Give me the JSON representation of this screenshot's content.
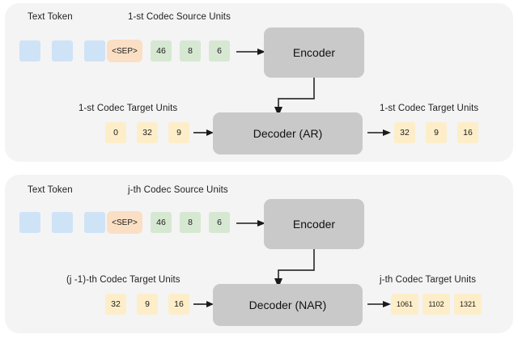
{
  "figure": {
    "title": "Two-stage codec encoder-decoder diagram",
    "background_color": "#ffffff",
    "panel_color": "#f4f4f4",
    "block_color": "#c9c9c9",
    "colors": {
      "text_token": "#cfe3f7",
      "separator_token": "#fbdfc4",
      "source_unit_token": "#d6e8d2",
      "target_unit_token": "#fdeec9",
      "arrow": "#1a1a1a",
      "label_text": "#222222"
    }
  },
  "panels": [
    {
      "id": "ar",
      "labels": {
        "text_token": "Text Token",
        "source_units": "1-st Codec Source Units",
        "target_units_in": "1-st Codec Target Units",
        "target_units_out": "1-st Codec Target Units"
      },
      "text_tokens": [
        "",
        "",
        ""
      ],
      "separator": "<SEP>",
      "source_units": [
        "46",
        "8",
        "6"
      ],
      "encoder_label": "Encoder",
      "decoder_label": "Decoder (AR)",
      "target_units_in": [
        "0",
        "32",
        "9"
      ],
      "target_units_out": [
        "32",
        "9",
        "16"
      ]
    },
    {
      "id": "nar",
      "labels": {
        "text_token": "Text Token",
        "source_units": "j-th Codec Source Units",
        "target_units_in": "(j -1)-th Codec Target Units",
        "target_units_out": "j-th Codec Target Units"
      },
      "text_tokens": [
        "",
        "",
        ""
      ],
      "separator": "<SEP>",
      "source_units": [
        "46",
        "8",
        "6"
      ],
      "encoder_label": "Encoder",
      "decoder_label": "Decoder (NAR)",
      "target_units_in": [
        "32",
        "9",
        "16"
      ],
      "target_units_out": [
        "1061",
        "1102",
        "1321"
      ]
    }
  ]
}
